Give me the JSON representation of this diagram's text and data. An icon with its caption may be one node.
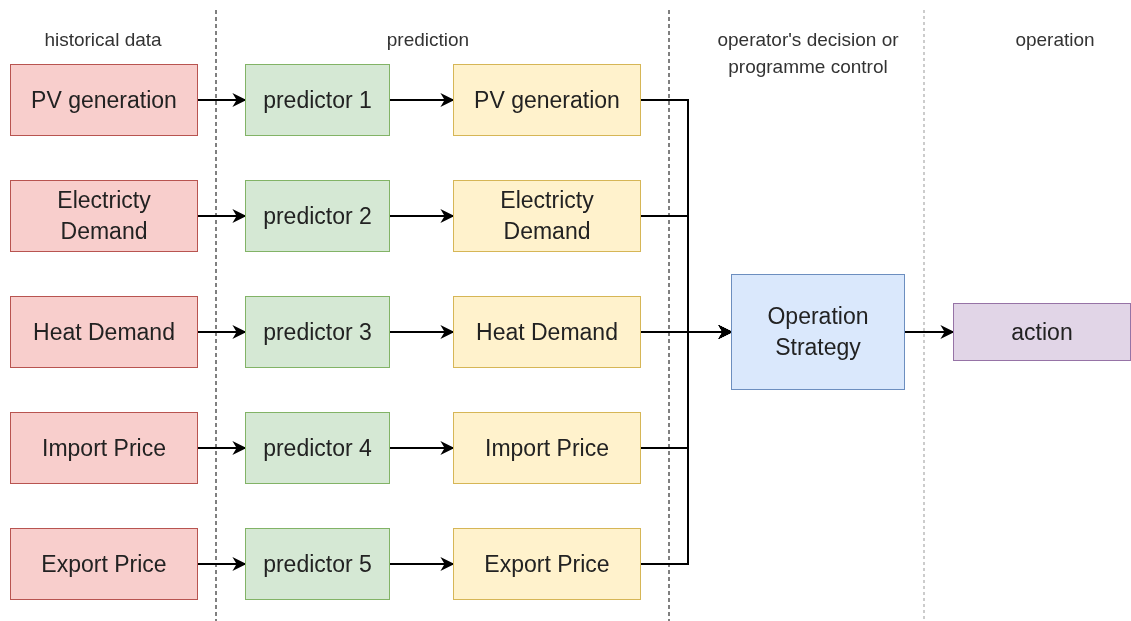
{
  "diagram": {
    "nodes": [
      {
        "text": [
          "PV generation"
        ]
      },
      {
        "text": [
          "predictor 1"
        ]
      },
      {
        "text": [
          "PV generation"
        ]
      },
      {
        "text": [
          "Electricty Demand"
        ]
      },
      {
        "text": [
          "predictor 2"
        ]
      },
      {
        "text": [
          "Electricty Demand"
        ]
      },
      {
        "text": [
          "Heat Demand"
        ]
      },
      {
        "text": [
          "predictor 3"
        ]
      },
      {
        "text": [
          "Heat Demand"
        ]
      },
      {
        "text": [
          "Import Price"
        ]
      },
      {
        "text": [
          "predictor 4"
        ]
      },
      {
        "text": [
          "Import Price"
        ]
      },
      {
        "text": [
          "Export Price"
        ]
      },
      {
        "text": [
          "predictor 5"
        ]
      },
      {
        "text": [
          "Export Price"
        ]
      },
      {
        "text": [
          "Operation Strategy"
        ]
      },
      {
        "text": [
          "action"
        ]
      }
    ],
    "edges": [
      {
        "from": 0,
        "to": 1,
        "arrow": "to"
      },
      {
        "from": 1,
        "to": 2,
        "arrow": "to"
      },
      {
        "from": 2,
        "to": 15,
        "arrow": "to"
      },
      {
        "from": 3,
        "to": 4,
        "arrow": "to"
      },
      {
        "from": 4,
        "to": 5,
        "arrow": "to"
      },
      {
        "from": 5,
        "to": 15,
        "arrow": "to"
      },
      {
        "from": 6,
        "to": 7,
        "arrow": "to"
      },
      {
        "from": 7,
        "to": 8,
        "arrow": "to"
      },
      {
        "from": 8,
        "to": 15,
        "arrow": "to"
      },
      {
        "from": 9,
        "to": 10,
        "arrow": "to"
      },
      {
        "from": 10,
        "to": 11,
        "arrow": "to"
      },
      {
        "from": 11,
        "to": 15,
        "arrow": "to"
      },
      {
        "from": 12,
        "to": 13,
        "arrow": "to"
      },
      {
        "from": 13,
        "to": 14,
        "arrow": "to"
      },
      {
        "from": 14,
        "to": 15,
        "arrow": "to"
      },
      {
        "from": 15,
        "to": 16,
        "arrow": "to"
      }
    ],
    "labels": [
      "historical data",
      "prediction",
      "operator's decision or programme control",
      "operation"
    ]
  }
}
